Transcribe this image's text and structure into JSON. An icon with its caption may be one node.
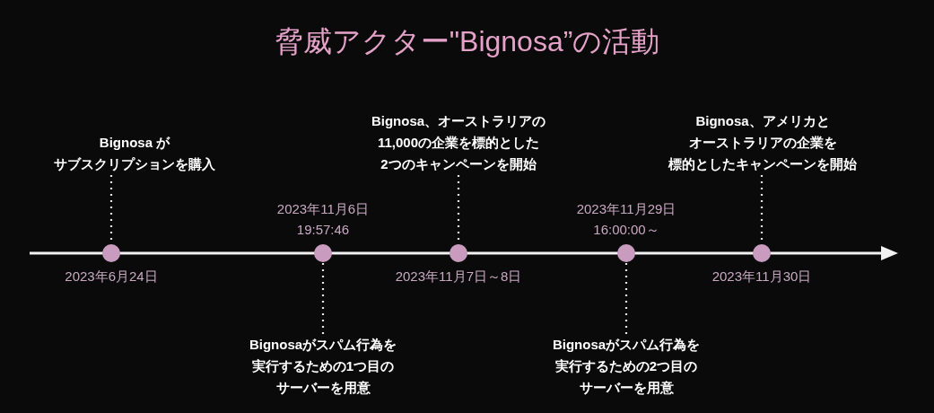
{
  "diagram": {
    "title": "脅威アクター\"Bignosa”の活動",
    "nodes": [
      {
        "text": [
          "Bignosa がサブスクリプションを購入"
        ]
      },
      {
        "text": [
          "Bignosa、オーストラリアの11,000の企業を標的とした2つのキャンペーンを開始"
        ]
      },
      {
        "text": [
          "Bignosa、アメリカとオーストラリアの企業を標的としたキャンペーンを開始"
        ]
      },
      {
        "text": [],
        "shape": "circle",
        "beside": [
          "2023年6月24日"
        ]
      },
      {
        "text": [],
        "shape": "circle",
        "beside": [
          "2023年11月6日 19:57:46"
        ]
      },
      {
        "text": [],
        "shape": "circle",
        "beside": [
          "2023年11月7日～8日"
        ]
      },
      {
        "text": [],
        "shape": "circle",
        "beside": [
          "2023年11月29日 16:00:00～"
        ]
      },
      {
        "text": [],
        "shape": "circle",
        "beside": [
          "2023年11月30日"
        ]
      },
      {
        "text": [
          "Bignosaがスパム行為を実行するための1つ目のサーバーを用意"
        ]
      },
      {
        "text": [
          "Bignosaがスパム行為を実行するための2つ目のサーバーを用意"
        ]
      }
    ],
    "edges": [
      {
        "from": 0,
        "to": 3,
        "arrow": "none"
      },
      {
        "from": 8,
        "to": 4,
        "arrow": "none"
      },
      {
        "from": 1,
        "to": 5,
        "arrow": "none"
      },
      {
        "from": 9,
        "to": 6,
        "arrow": "none"
      },
      {
        "from": 2,
        "to": 7,
        "arrow": "none"
      }
    ]
  }
}
